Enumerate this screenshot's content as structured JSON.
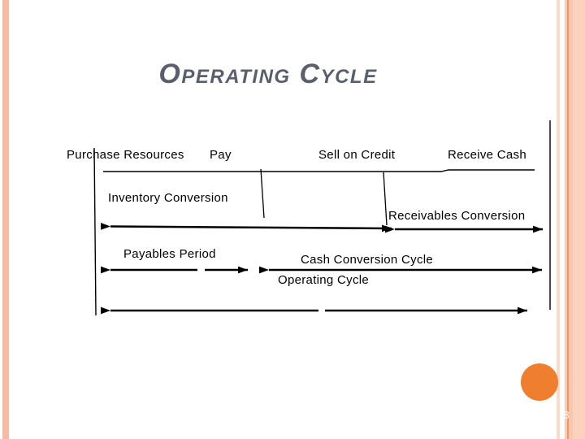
{
  "title": "Operating Cycle",
  "page_number": "8",
  "events": [
    {
      "label": "Purchase Resources"
    },
    {
      "label": "Pay"
    },
    {
      "label": "Sell on Credit"
    },
    {
      "label": "Receive Cash"
    }
  ],
  "periods": [
    {
      "label": "Inventory Conversion"
    },
    {
      "label": "Receivables Conversion"
    },
    {
      "label": "Payables Period"
    },
    {
      "label": "Cash Conversion Cycle"
    },
    {
      "label": "Operating Cycle"
    }
  ],
  "colors": {
    "title_text": "#5a606b",
    "diagram_lines": "#000000",
    "circle": "#ef7f2e",
    "left_stripe": "#f5bba3",
    "right_stripes": [
      "#f9dbca",
      "#f9cdb8",
      "#ec9867",
      "#f9c7ad",
      "#fbd1bf"
    ]
  }
}
